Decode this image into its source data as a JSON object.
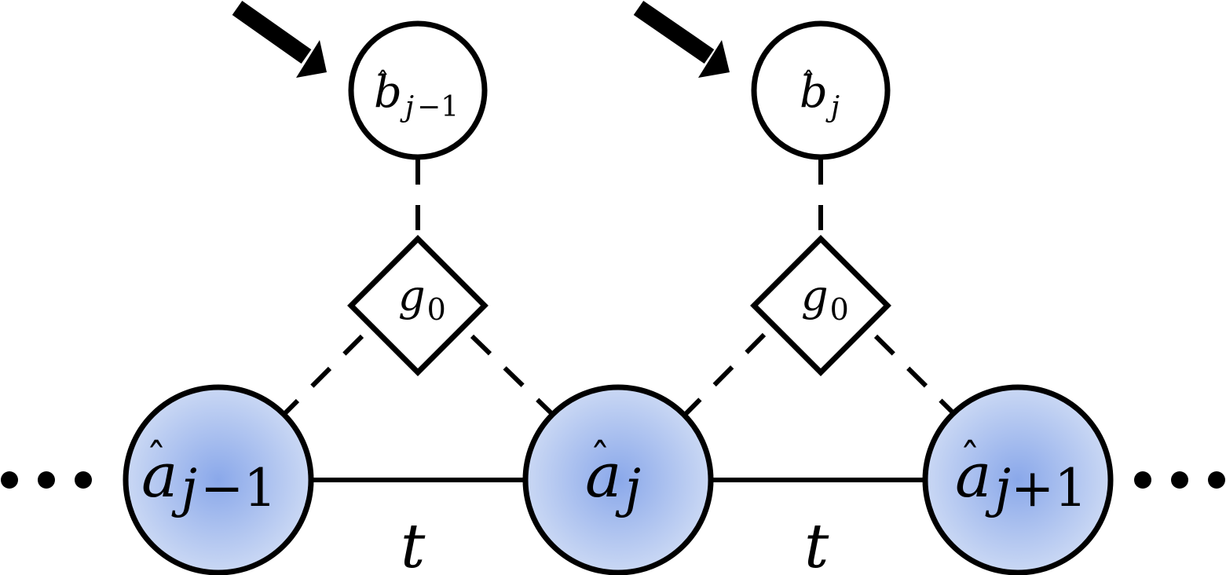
{
  "a_nodes": [
    {
      "base": "a",
      "sub": "j",
      "op": "−",
      "num": "1"
    },
    {
      "base": "a",
      "sub": "j",
      "op": "",
      "num": ""
    },
    {
      "base": "a",
      "sub": "j",
      "op": "+",
      "num": "1"
    }
  ],
  "b_nodes": [
    {
      "base": "b",
      "sub": "j",
      "op": "−",
      "num": "1"
    },
    {
      "base": "b",
      "sub": "j",
      "op": "",
      "num": ""
    }
  ],
  "couplers": [
    {
      "base": "g",
      "sub": "0"
    },
    {
      "base": "g",
      "sub": "0"
    }
  ],
  "hoppings": [
    "t",
    "t"
  ],
  "hat": "ˆ",
  "node_fill_center": "#8aa8ea",
  "node_fill_edge": "#cad8f4",
  "drive_arrow_color": "#000000",
  "continuation_dots_color": "#000000"
}
